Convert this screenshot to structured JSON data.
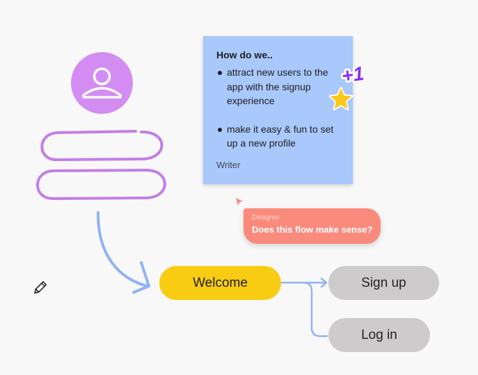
{
  "avatar": {
    "icon": "user-icon",
    "color": "#d38cf2"
  },
  "sketch": {
    "stroke_color": "#c27ee6"
  },
  "sticky_note": {
    "title": "How do we..",
    "bullets": [
      "attract new users to the app with the signup experience",
      "make it easy & fun to set up a new profile"
    ],
    "author": "Writer",
    "color": "#a9c8fb"
  },
  "stickers": {
    "plus_one": "+1",
    "plus_one_color": "#8b2cf5",
    "star_color": "#fbc81a"
  },
  "comment": {
    "author": "Designer",
    "text": "Does this flow make sense?",
    "color": "#f98a7c"
  },
  "flow": {
    "welcome": "Welcome",
    "signup": "Sign up",
    "login": "Log in",
    "accent": "#f8cc12",
    "connector_color": "#8fb3f3"
  },
  "cursors": {
    "designer_pointer": "pointer-icon",
    "pencil": "pencil-icon"
  }
}
